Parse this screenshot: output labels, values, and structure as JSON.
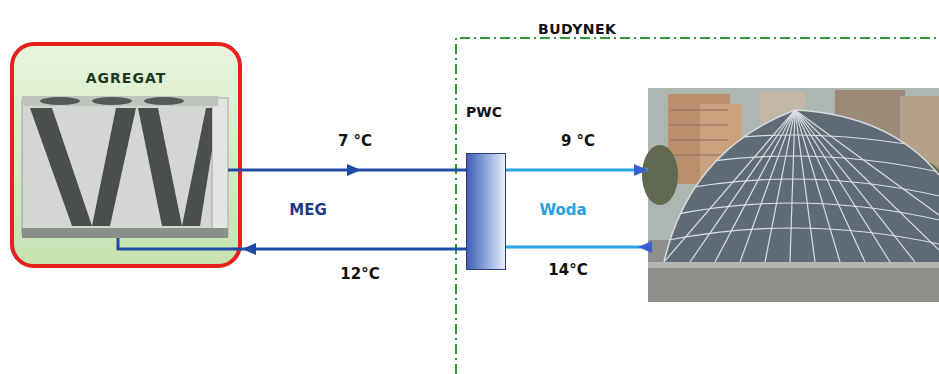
{
  "diagram": {
    "nodes": [
      {
        "text": [
          "AGREGAT"
        ]
      },
      {
        "text": [
          "BUDYNEK"
        ]
      },
      {
        "text": [
          "PWC"
        ],
        "in": 1
      }
    ],
    "edges": [
      {
        "from": 0,
        "to": 2,
        "arrow": "to",
        "label": "7 °C"
      },
      {
        "from": 2,
        "to": 0,
        "arrow": "to",
        "label": "12°C"
      }
    ],
    "labels": [
      "MEG",
      "9 °C",
      "Woda",
      "14°C"
    ]
  }
}
